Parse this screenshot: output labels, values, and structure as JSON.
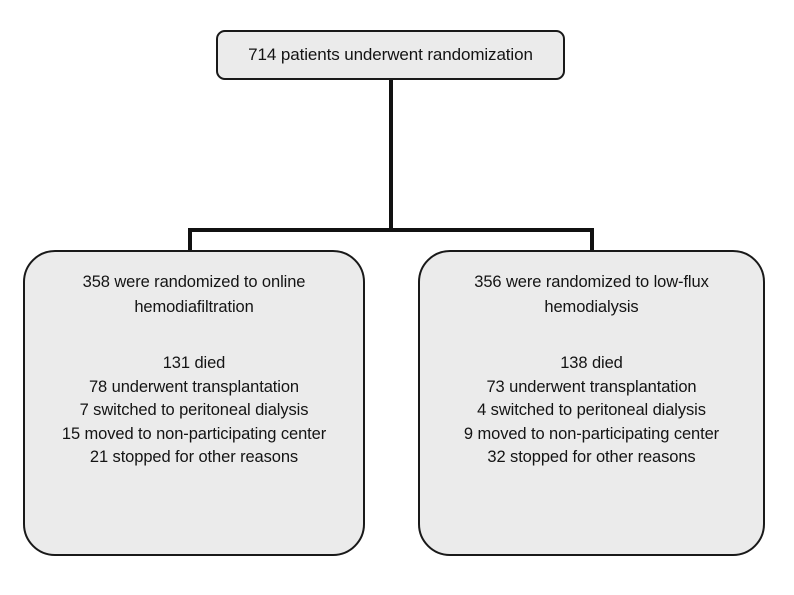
{
  "diagram": {
    "type": "consort-flow-diagram",
    "root": {
      "label": "714 patients underwent randomization",
      "count": 714
    },
    "arms": [
      {
        "id": "online-hemodiafiltration",
        "title_line_1": "358 were randomized to online",
        "title_line_2": "hemodiafiltration",
        "count": 358,
        "details": [
          "131 died",
          "78 underwent transplantation",
          "7 switched to peritoneal dialysis",
          "15 moved to non-participating center",
          "21 stopped for other reasons"
        ]
      },
      {
        "id": "low-flux-hemodialysis",
        "title_line_1": "356 were randomized to low-flux",
        "title_line_2": "hemodialysis",
        "count": 356,
        "details": [
          "138 died",
          "73 underwent transplantation",
          "4 switched to peritoneal dialysis",
          "9 moved to non-participating center",
          "32 stopped for other reasons"
        ]
      }
    ],
    "colors": {
      "background": "#ffffff",
      "node_fill": "#ebebeb",
      "node_border": "#191919",
      "connector": "#111111",
      "text": "#141414"
    }
  }
}
